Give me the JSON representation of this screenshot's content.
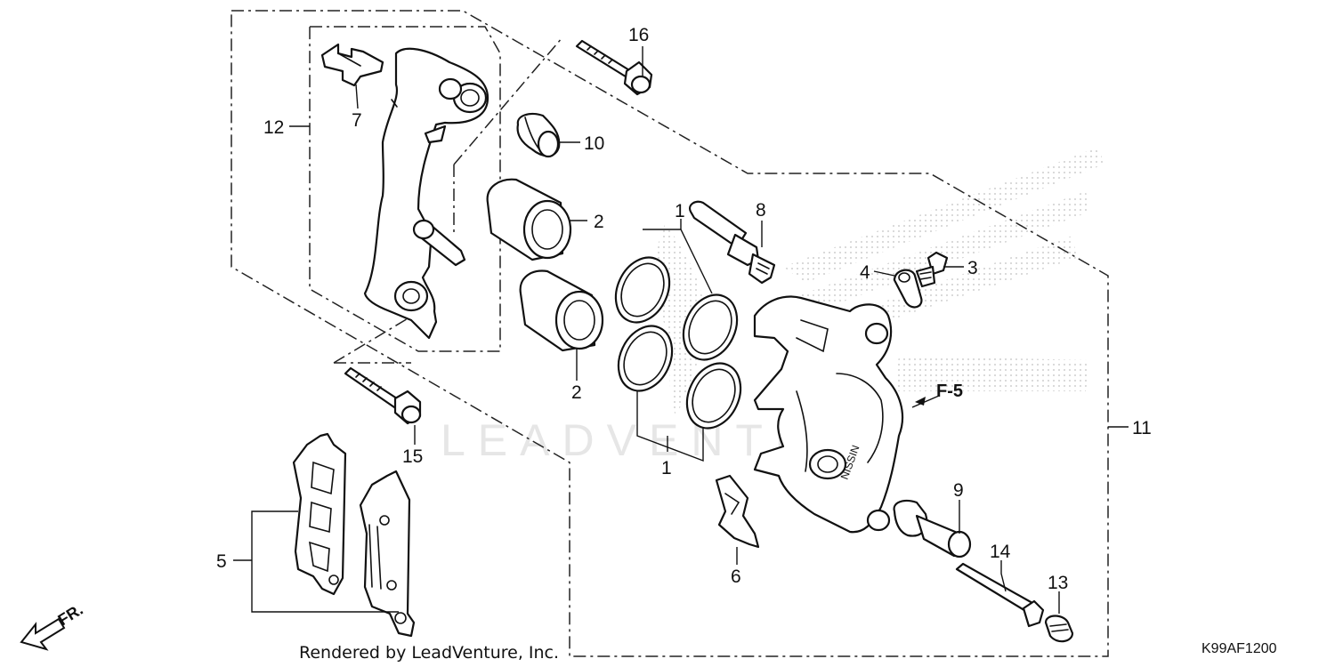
{
  "watermark": "LEADVENTURE",
  "credit": "Rendered by LeadVenture, Inc.",
  "diagram_code": "K99AF1200",
  "direction_label": "FR.",
  "reference_label": "F-5",
  "callouts": {
    "c1a": "1",
    "c1b": "1",
    "c2a": "2",
    "c2b": "2",
    "c3": "3",
    "c4": "4",
    "c5": "5",
    "c6": "6",
    "c7": "7",
    "c8": "8",
    "c9": "9",
    "c10": "10",
    "c11": "11",
    "c12": "12",
    "c13": "13",
    "c14": "14",
    "c15": "15",
    "c16": "16"
  },
  "colors": {
    "line": "#111111",
    "watermark": "#e6e6e6",
    "background": "#ffffff"
  }
}
